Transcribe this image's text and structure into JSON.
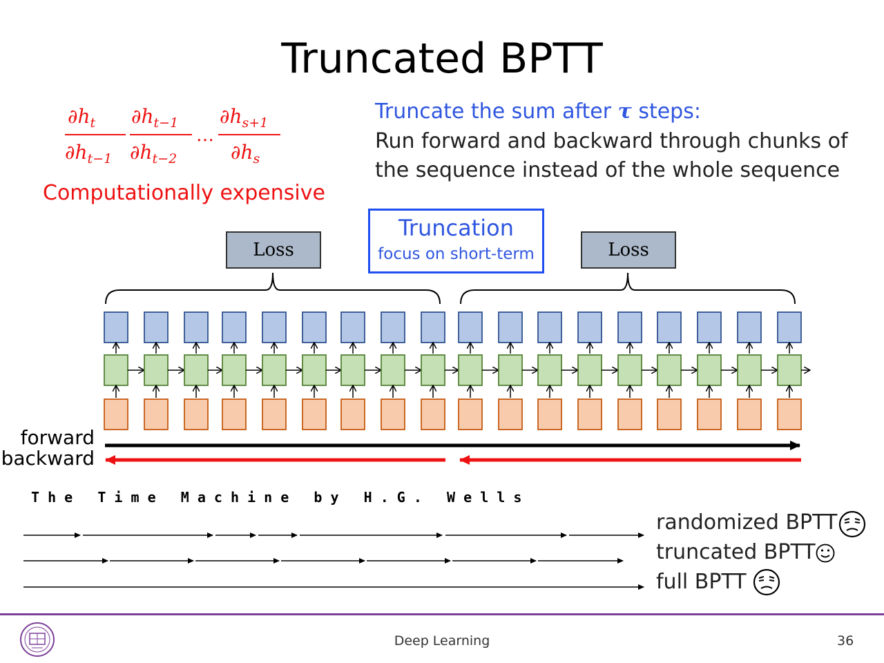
{
  "title": "Truncated BPTT",
  "formula": {
    "num1": "∂h",
    "num1_sub": "t",
    "den1": "∂h",
    "den1_sub": "t−1",
    "num2": "∂h",
    "num2_sub": "t−1",
    "den2": "∂h",
    "den2_sub": "t−2",
    "dots": "…",
    "num3": "∂h",
    "num3_sub": "s+1",
    "den3": "∂h",
    "den3_sub": "s"
  },
  "expensive_label": "Computationally expensive",
  "truncate_heading_prefix": "Truncate the sum after ",
  "truncate_heading_symbol": "τ",
  "truncate_heading_suffix": " steps:",
  "description_line1": "Run forward and backward through chunks of",
  "description_line2": "the sequence instead of the whole sequence",
  "truncation_box": {
    "title": "Truncation",
    "subtitle": "focus on short-term"
  },
  "loss_left": "Loss",
  "loss_right": "Loss",
  "forward_label": "forward",
  "backward_label": "backward",
  "sequence_text": "T h e   T i m e   M a c h i n e   b y   H . G .   W e l l s",
  "methods": {
    "randomized": "randomized BPTT",
    "truncated": "truncated BPTT",
    "full": "full BPTT"
  },
  "emoji": {
    "randomized": "unamused-face",
    "truncated": "smiling-face",
    "full": "unamused-face"
  },
  "colors": {
    "output_fill": "#b4c7e7",
    "output_stroke": "#2f528f",
    "hidden_fill": "#c5e0b4",
    "hidden_stroke": "#548235",
    "input_fill": "#f8cbad",
    "input_stroke": "#c55a11",
    "backward_arrow": "#ee1111",
    "forward_arrow": "#000000",
    "accent_blue": "#2f56e0",
    "footer_purple": "#7b3f98"
  },
  "footer_center": "Deep Learning",
  "page_number": "36"
}
